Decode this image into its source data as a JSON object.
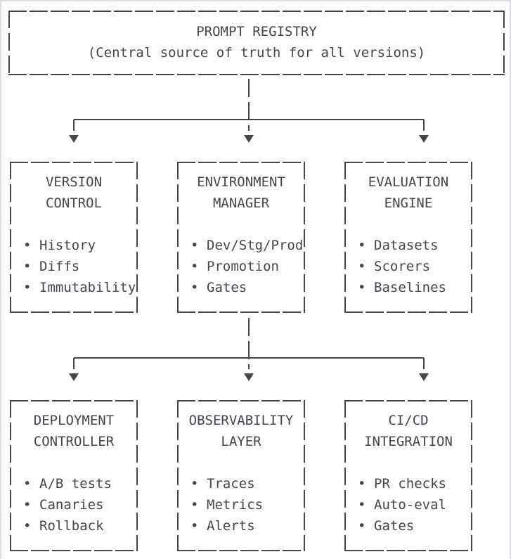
{
  "diagram": {
    "root": {
      "title": "PROMPT REGISTRY",
      "subtitle": "(Central source of truth for all versions)"
    },
    "row1": [
      {
        "title_lines": [
          "VERSION",
          "CONTROL"
        ],
        "items": [
          "History",
          "Diffs",
          "Immutability"
        ]
      },
      {
        "title_lines": [
          "ENVIRONMENT",
          "MANAGER"
        ],
        "items": [
          "Dev/Stg/Prod",
          "Promotion",
          "Gates"
        ]
      },
      {
        "title_lines": [
          "EVALUATION",
          "ENGINE"
        ],
        "items": [
          "Datasets",
          "Scorers",
          "Baselines"
        ]
      }
    ],
    "row2": [
      {
        "title_lines": [
          "DEPLOYMENT",
          "CONTROLLER"
        ],
        "items": [
          "A/B tests",
          "Canaries",
          "Rollback"
        ]
      },
      {
        "title_lines": [
          "OBSERVABILITY",
          "LAYER"
        ],
        "items": [
          "Traces",
          "Metrics",
          "Alerts"
        ]
      },
      {
        "title_lines": [
          "CI/CD",
          "INTEGRATION"
        ],
        "items": [
          "PR checks",
          "Auto-eval",
          "Gates"
        ]
      }
    ],
    "bullet_char": "•",
    "colors": {
      "line": "#42464f",
      "text": "#42464f",
      "background": "#ffffff",
      "frame": "#dcdce0"
    }
  }
}
